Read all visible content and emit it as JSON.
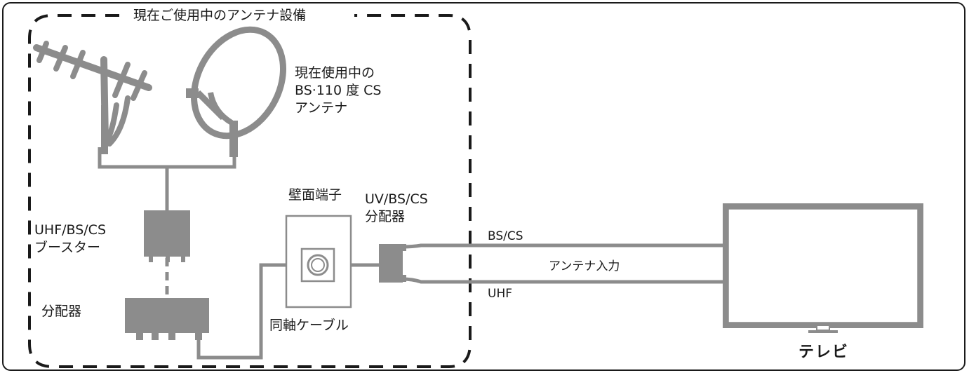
{
  "labels": {
    "group_title": "現在ご使用中のアンテナ設備",
    "dish_line1": "現在使用中の",
    "dish_line2": "BS·110 度 CS",
    "dish_line3": "アンテナ",
    "booster_line1": "UHF/BS/CS",
    "booster_line2": "ブースター",
    "splitter": "分配器",
    "wall_terminal": "壁面端子",
    "coax_cable": "同軸ケーブル",
    "uv_splitter_line1": "UV/BS/CS",
    "uv_splitter_line2": "分配器",
    "bs_cs": "BS/CS",
    "antenna_input": "アンテナ入力",
    "uhf": "UHF",
    "tv": "テレビ"
  },
  "colors": {
    "device_gray": "#8c8c8c",
    "line": "#1a1a1a"
  }
}
